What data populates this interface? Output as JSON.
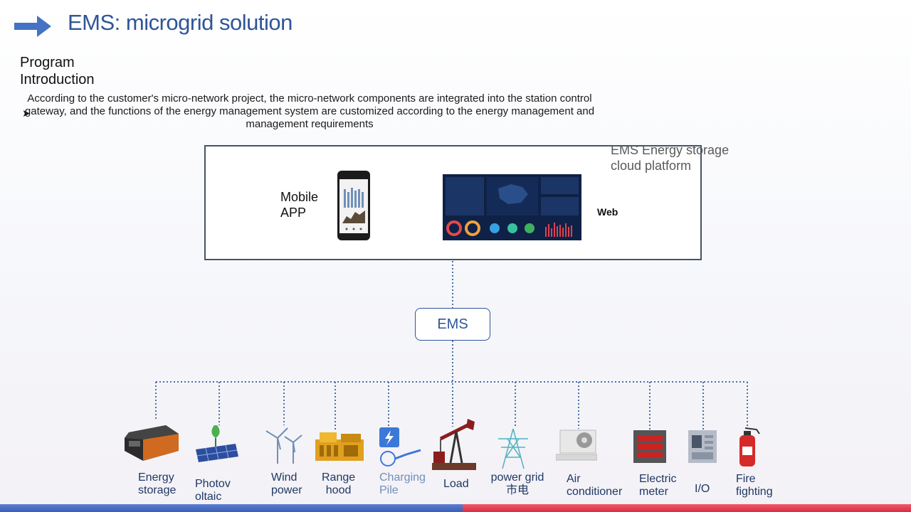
{
  "header": {
    "title": "EMS: microgrid solution"
  },
  "intro": {
    "heading_line1": "Program",
    "heading_line2": "Introduction",
    "bullet": "➤",
    "description": "According to the customer's micro-network project, the micro-network components are integrated into the station control gateway, and the functions of the energy management system are customized according to the energy management and management requirements"
  },
  "platform": {
    "label_line1": "EMS Energy storage",
    "label_line2": "cloud platform",
    "mobile_line1": "Mobile",
    "mobile_line2": "APP",
    "web": "Web"
  },
  "hub": {
    "label": "EMS"
  },
  "devices": [
    {
      "line1": "Energy",
      "line2": "storage",
      "icon": "battery-icon"
    },
    {
      "line1": "Photov",
      "line2": "oltaic",
      "icon": "solar-panel-icon"
    },
    {
      "line1": "Wind",
      "line2": "power",
      "icon": "wind-turbine-icon"
    },
    {
      "line1": "Range",
      "line2": "hood",
      "icon": "generator-icon"
    },
    {
      "line1": "Charging",
      "line2": "Pile",
      "icon": "charging-pile-icon"
    },
    {
      "line1": "Load",
      "line2": "",
      "icon": "oil-pump-icon"
    },
    {
      "line1": "power grid",
      "line2": "市电",
      "icon": "power-tower-icon"
    },
    {
      "line1": "Air",
      "line2": "conditioner",
      "icon": "air-conditioner-icon"
    },
    {
      "line1": "Electric",
      "line2": "meter",
      "icon": "electric-meter-icon"
    },
    {
      "line1": "I/O",
      "line2": "",
      "icon": "io-module-icon"
    },
    {
      "line1": "Fire",
      "line2": "fighting",
      "icon": "fire-extinguisher-icon"
    }
  ],
  "colors": {
    "title": "#2f5597",
    "connector": "#4a6fa5",
    "bar_blue": "#3a5db8",
    "bar_red": "#d92c45"
  }
}
